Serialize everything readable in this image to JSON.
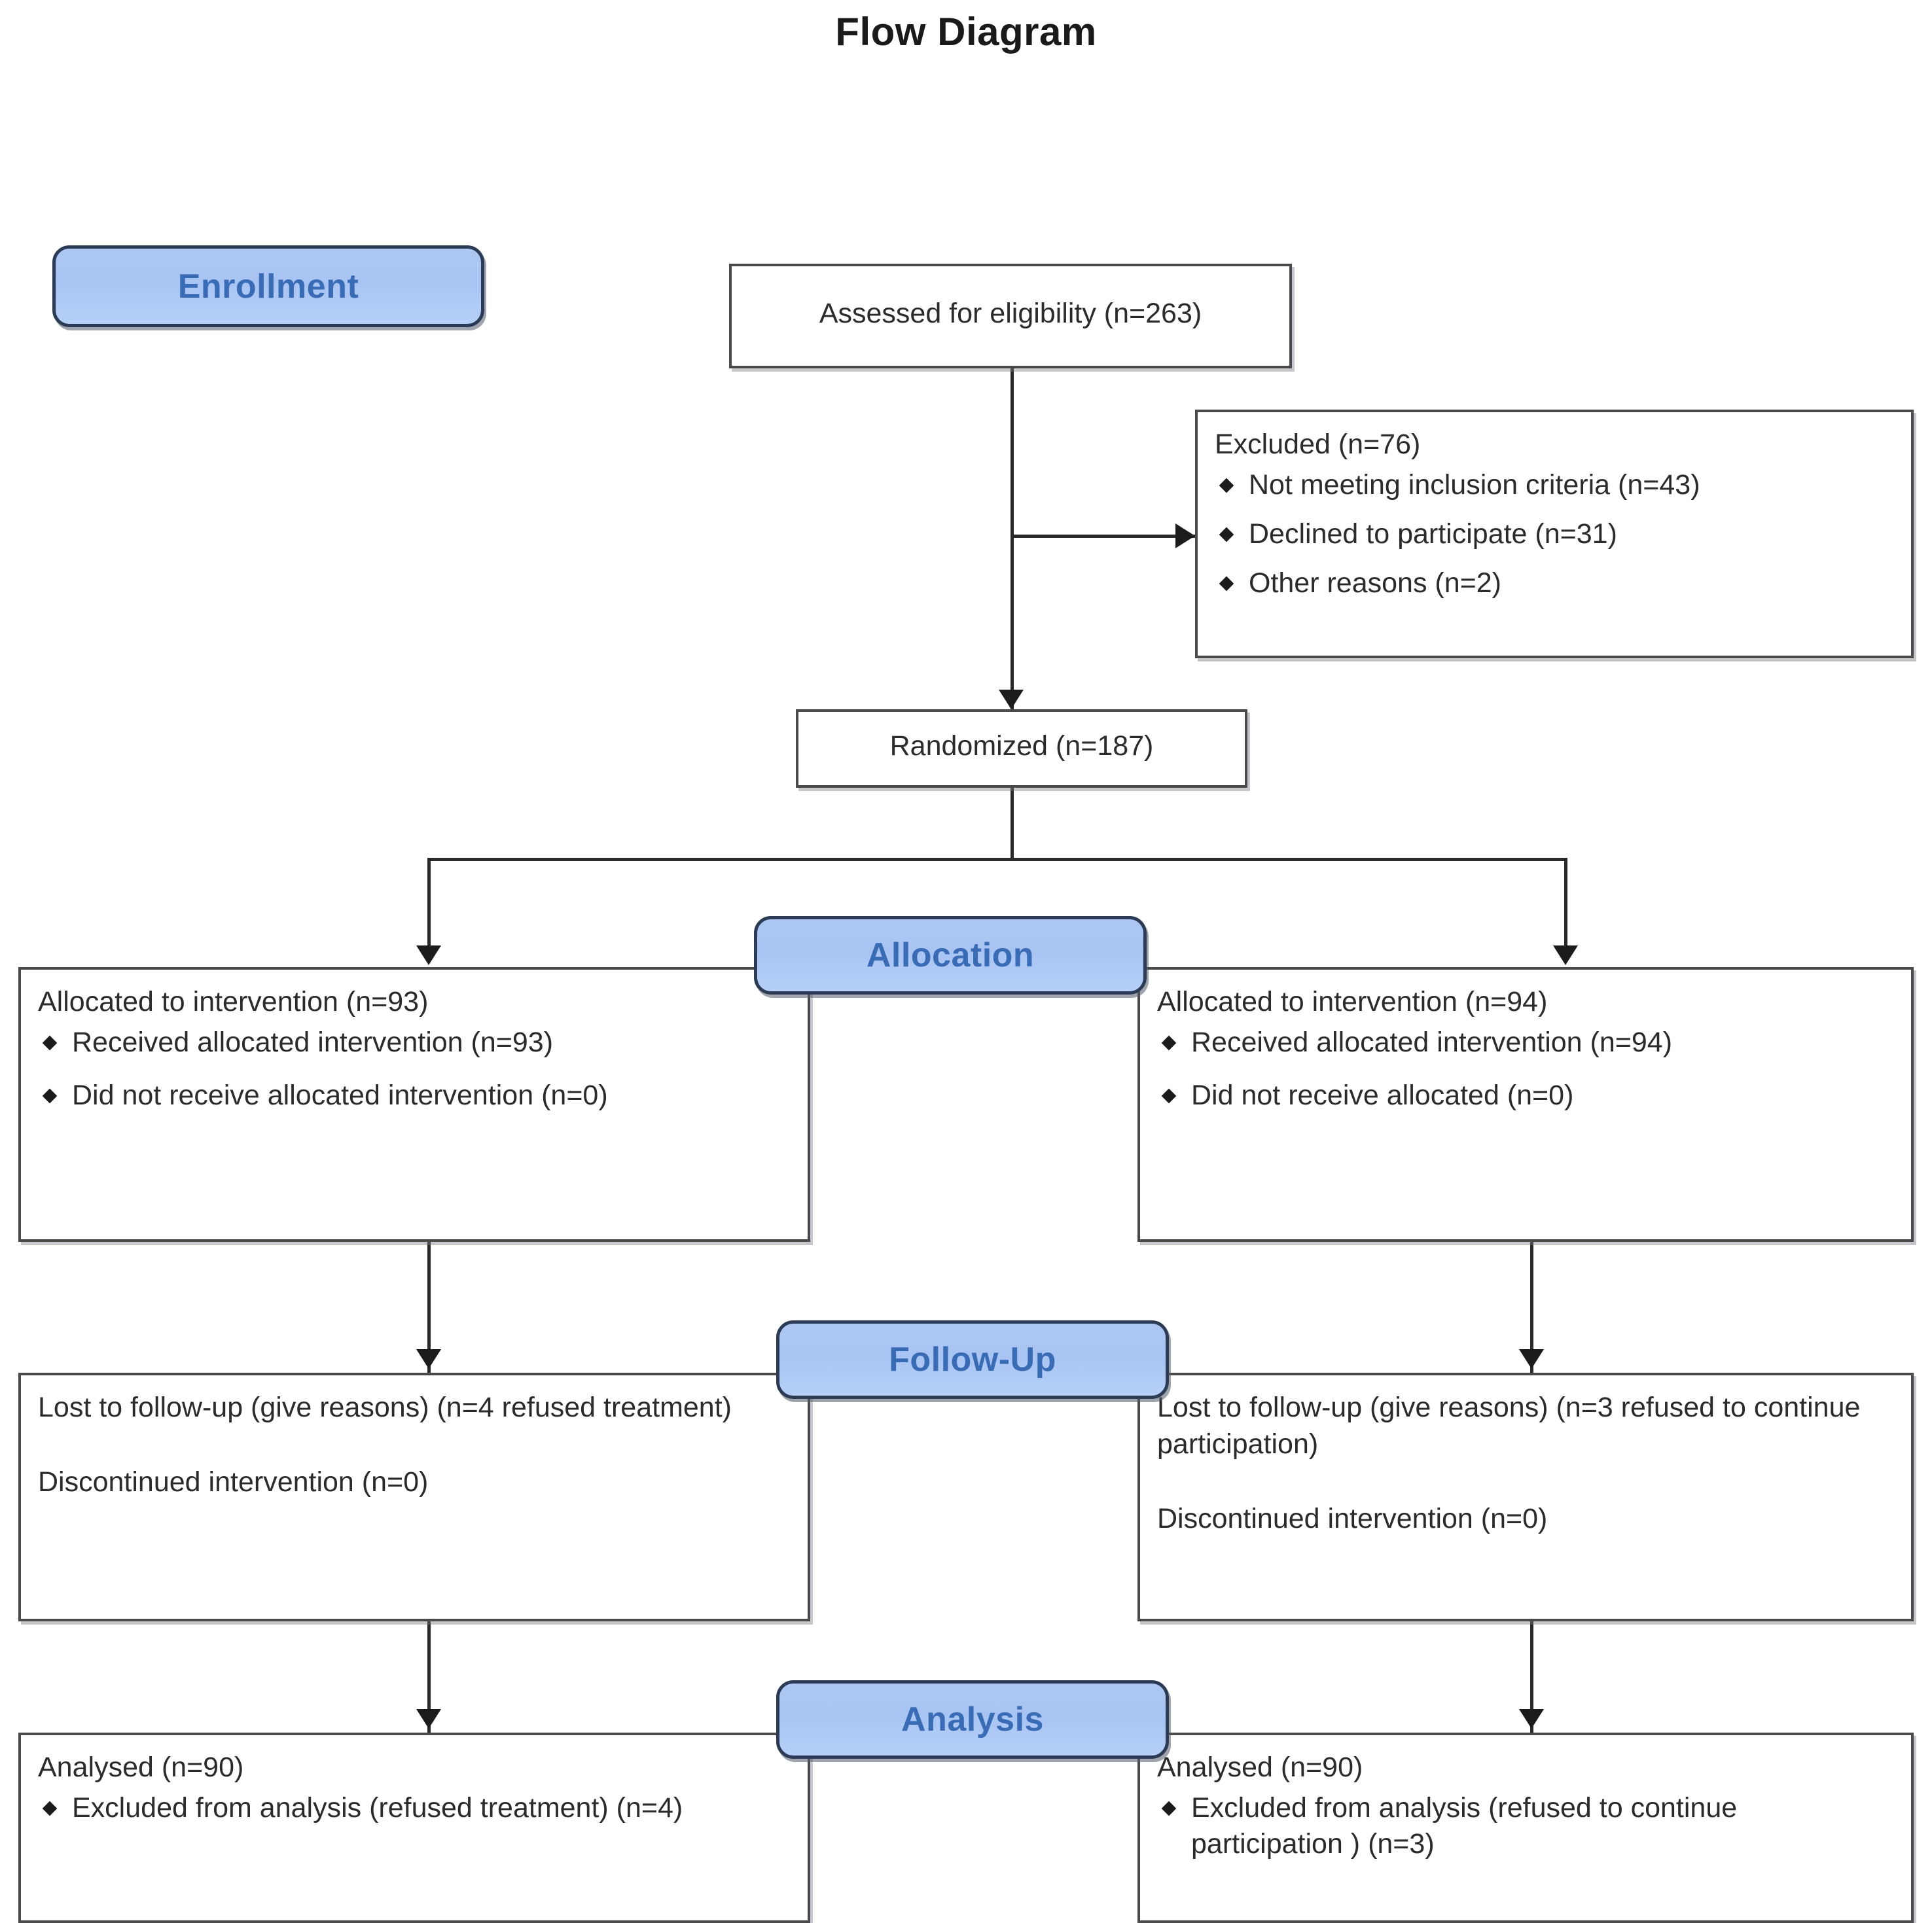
{
  "title": "Flow Diagram",
  "stages": {
    "enrollment": "Enrollment",
    "allocation": "Allocation",
    "followup": "Follow-Up",
    "analysis": "Analysis"
  },
  "enrollment": {
    "assessed": "Assessed for eligibility (n=263)",
    "excluded_heading": "Excluded (n=76)",
    "excluded_reasons": [
      "Not meeting inclusion criteria (n=43)",
      "Declined to participate (n=31)",
      "Other reasons (n=2)"
    ],
    "randomized": "Randomized (n=187)"
  },
  "allocation": {
    "left": {
      "heading": "Allocated to intervention (n=93)",
      "items": [
        "Received allocated intervention (n=93)",
        "Did not receive allocated intervention (n=0)"
      ]
    },
    "right": {
      "heading": "Allocated to intervention (n=94)",
      "items": [
        "Received allocated intervention (n=94)",
        "Did not receive allocated (n=0)"
      ]
    }
  },
  "followup": {
    "left": {
      "lost": "Lost to follow-up (give reasons) (n=4 refused treatment)",
      "discontinued": "Discontinued intervention (n=0)"
    },
    "right": {
      "lost": "Lost to follow-up (give reasons) (n=3 refused to continue participation)",
      "discontinued": "Discontinued intervention (n=0)"
    }
  },
  "analysis": {
    "left": {
      "heading": "Analysed (n=90)",
      "items": [
        "Excluded from analysis (refused treatment) (n=4)"
      ]
    },
    "right": {
      "heading": "Analysed (n=90)",
      "items": [
        "Excluded from analysis (refused to continue participation ) (n=3)"
      ]
    }
  },
  "colors": {
    "badge_fill": "#adc7f2",
    "badge_border": "#2b3a55",
    "badge_text": "#3a6bb5",
    "box_border": "#4a4a4a",
    "connector": "#2a2a2a",
    "text": "#2b2b2b"
  }
}
